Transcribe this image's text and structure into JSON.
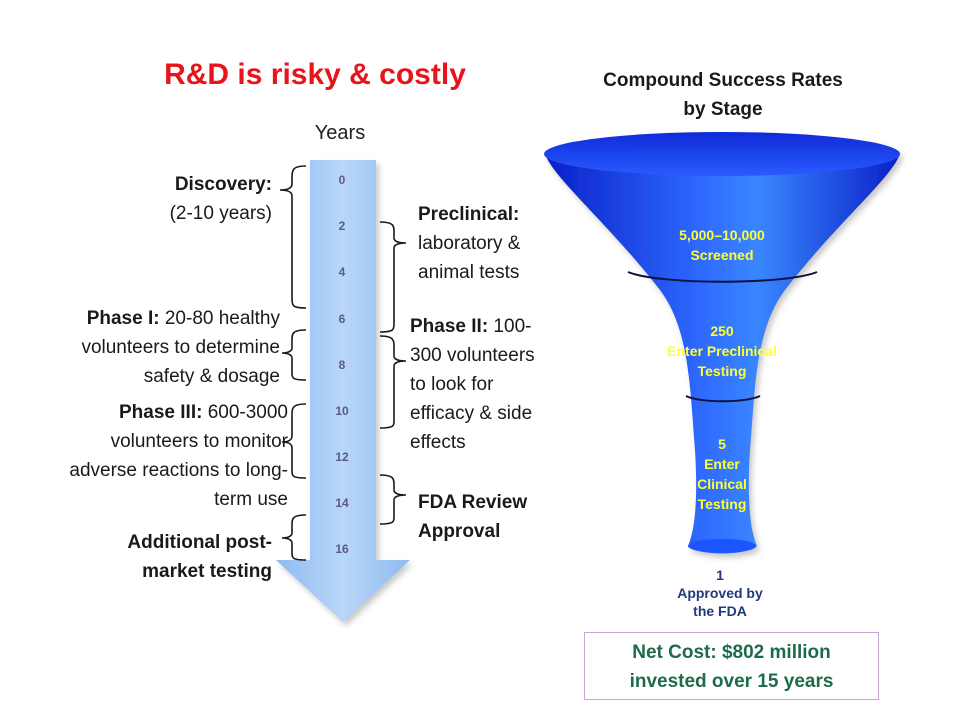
{
  "title": "R&D is risky & costly",
  "years_label": "Years",
  "timeline_ticks": [
    "0",
    "2",
    "4",
    "6",
    "8",
    "10",
    "12",
    "14",
    "16"
  ],
  "left_labels": {
    "discovery_head": "Discovery:",
    "discovery_body": "(2-10 years)",
    "phase1_head": "Phase I:",
    "phase1_line1": " 20-80 healthy",
    "phase1_line2": "volunteers to determine",
    "phase1_line3": "safety & dosage",
    "phase3_head": "Phase III:",
    "phase3_line1": " 600-3000",
    "phase3_line2": "volunteers to monitor",
    "phase3_line3": "adverse reactions to long-",
    "phase3_line4": "term use",
    "post_line1": "Additional post-",
    "post_line2": "market testing"
  },
  "right_labels": {
    "preclinical_head": "Preclinical:",
    "preclinical_line1": "laboratory &",
    "preclinical_line2": "animal tests",
    "phase2_head": "Phase II:",
    "phase2_line1": " 100-",
    "phase2_line2": "300 volunteers",
    "phase2_line3": "to look for",
    "phase2_line4": "efficacy & side",
    "phase2_line5": "effects",
    "fda_line1": "FDA Review",
    "fda_line2": "Approval"
  },
  "funnel": {
    "title_line1": "Compound Success Rates",
    "title_line2": "by Stage",
    "stage1_line1": "5,000–10,000",
    "stage1_line2": "Screened",
    "stage2_line1": "250",
    "stage2_line2": "Enter Preclinical",
    "stage2_line3": "Testing",
    "stage3_line1": "5",
    "stage3_line2": "Enter",
    "stage3_line3": "Clinical",
    "stage3_line4": "Testing",
    "approved_line1": "1",
    "approved_line2": "Approved by",
    "approved_line3": "the FDA"
  },
  "cost": {
    "line1": "Net Cost:  $802 million",
    "line2": "invested over 15 years"
  },
  "colors": {
    "title": "#e8141b",
    "funnel_blue": "#1a3cff",
    "stage_text": "#ffff33",
    "arrow_blue": "#a9ccf5",
    "cost_text": "#1e6b4a"
  }
}
